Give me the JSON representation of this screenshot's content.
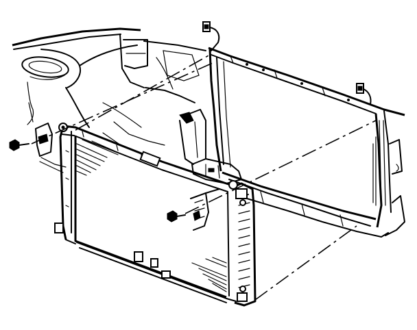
{
  "diagram": {
    "style": "black line-art technical illustration",
    "colors": {
      "ink": "#000000",
      "background": "#ffffff"
    },
    "parts": [
      {
        "id": "radiator",
        "icon": "radiator-icon"
      },
      {
        "id": "radiator-support",
        "icon": "frame-icon"
      },
      {
        "id": "fender-inner",
        "icon": "fender-icon"
      },
      {
        "id": "bolt-left",
        "icon": "bolt-icon"
      },
      {
        "id": "bolt-right",
        "icon": "bolt-icon"
      },
      {
        "id": "mount-bracket-left",
        "icon": "bracket-icon"
      },
      {
        "id": "mount-bracket-center",
        "icon": "bracket-icon"
      },
      {
        "id": "clip-top-left",
        "icon": "clip-icon"
      },
      {
        "id": "clip-top-right",
        "icon": "clip-icon"
      },
      {
        "id": "side-tank",
        "icon": "tank-icon"
      }
    ]
  }
}
